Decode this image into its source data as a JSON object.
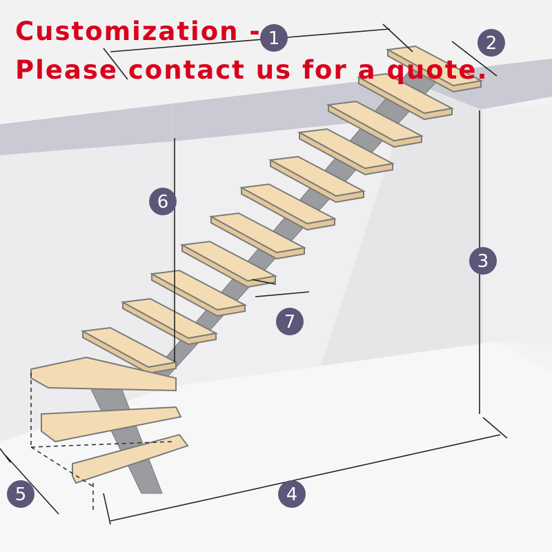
{
  "headline": {
    "line1": "Customization -",
    "line2": "Please contact us for a quote."
  },
  "dimension_labels": [
    "1",
    "2",
    "3",
    "4",
    "5",
    "6",
    "7"
  ],
  "colors": {
    "headline": "#d9001b",
    "badge": "#5c5679",
    "tread": "#f3dcb4",
    "tread_outline": "#7a7a7a",
    "stringer": "#9a9ca0",
    "wall_band": "#c9cad3"
  }
}
